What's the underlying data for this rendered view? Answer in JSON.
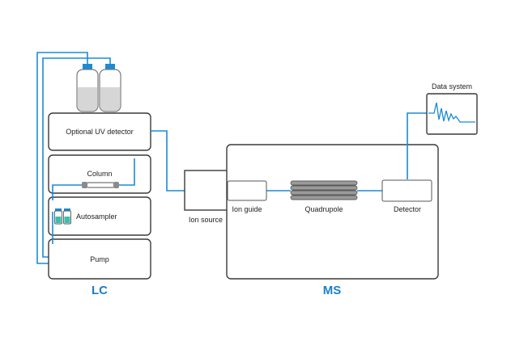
{
  "lc": {
    "label": "LC",
    "uv_detector": "Optional UV detector",
    "column": "Column",
    "autosampler": "Autosampler",
    "pump": "Pump"
  },
  "ion_source": {
    "label": "Ion source"
  },
  "ms": {
    "label": "MS",
    "ion_guide": "Ion guide",
    "quadrupole": "Quadrupole",
    "detector": "Detector"
  },
  "data_system": {
    "label": "Data system"
  },
  "colors": {
    "flow": "#1a8bd4",
    "accent": "#1a7fc6",
    "outline": "#3a3a3a",
    "vial": "#3bbfae",
    "quad": "#9a9a9a"
  }
}
